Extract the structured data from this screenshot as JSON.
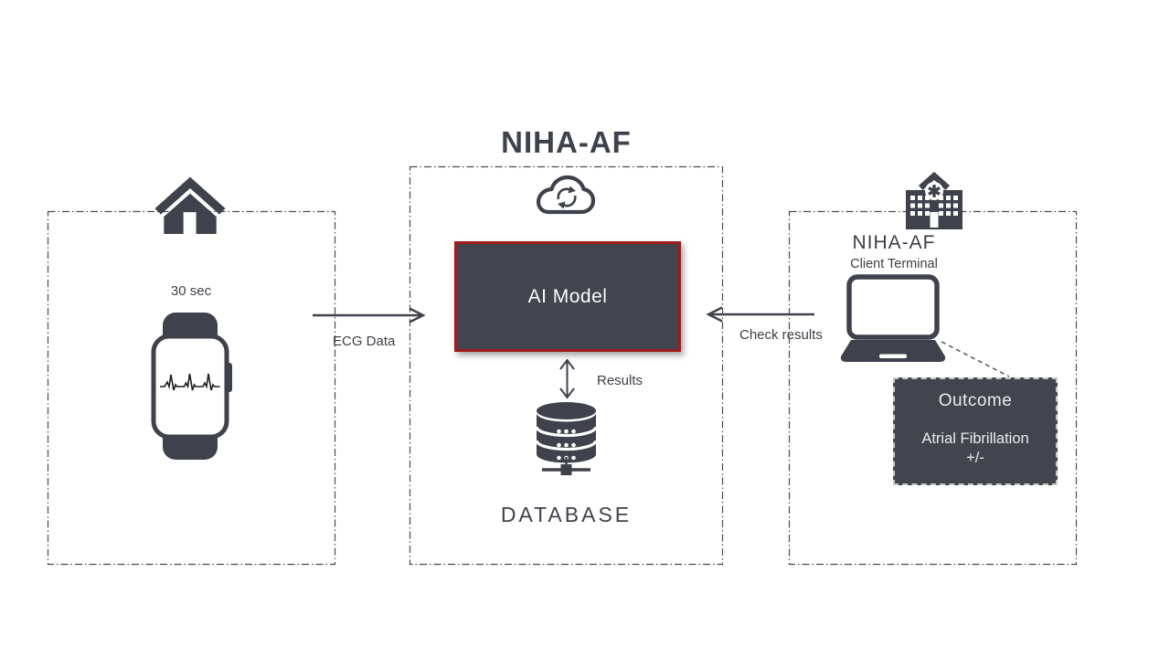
{
  "title": "NIHA-AF",
  "home_zone": {
    "time_label": "30 sec"
  },
  "ai_zone": {
    "ai_model_label": "AI Model",
    "database_label": "DATABASE"
  },
  "hospital_zone": {
    "system_name": "NIHA-AF",
    "terminal_label": "Client Terminal",
    "outcome": {
      "title": "Outcome",
      "line1": "Atrial Fibrillation",
      "line2": "+/-"
    }
  },
  "flows": {
    "ecg_data": "ECG Data",
    "check_results": "Check results",
    "results": "Results"
  },
  "icons": {
    "home": "house-icon",
    "wearable": "smartwatch-ecg-icon",
    "cloud": "cloud-sync-icon",
    "storage": "database-server-icon",
    "hospital": "hospital-building-icon",
    "terminal": "laptop-icon"
  },
  "colors": {
    "icon_dark": "#3f424c",
    "box_fill": "#42454e",
    "ai_border_red": "#9e1b1b",
    "outcome_border": "#c9c9c9",
    "text_dark": "#3d3f46",
    "background": "#ffffff"
  }
}
